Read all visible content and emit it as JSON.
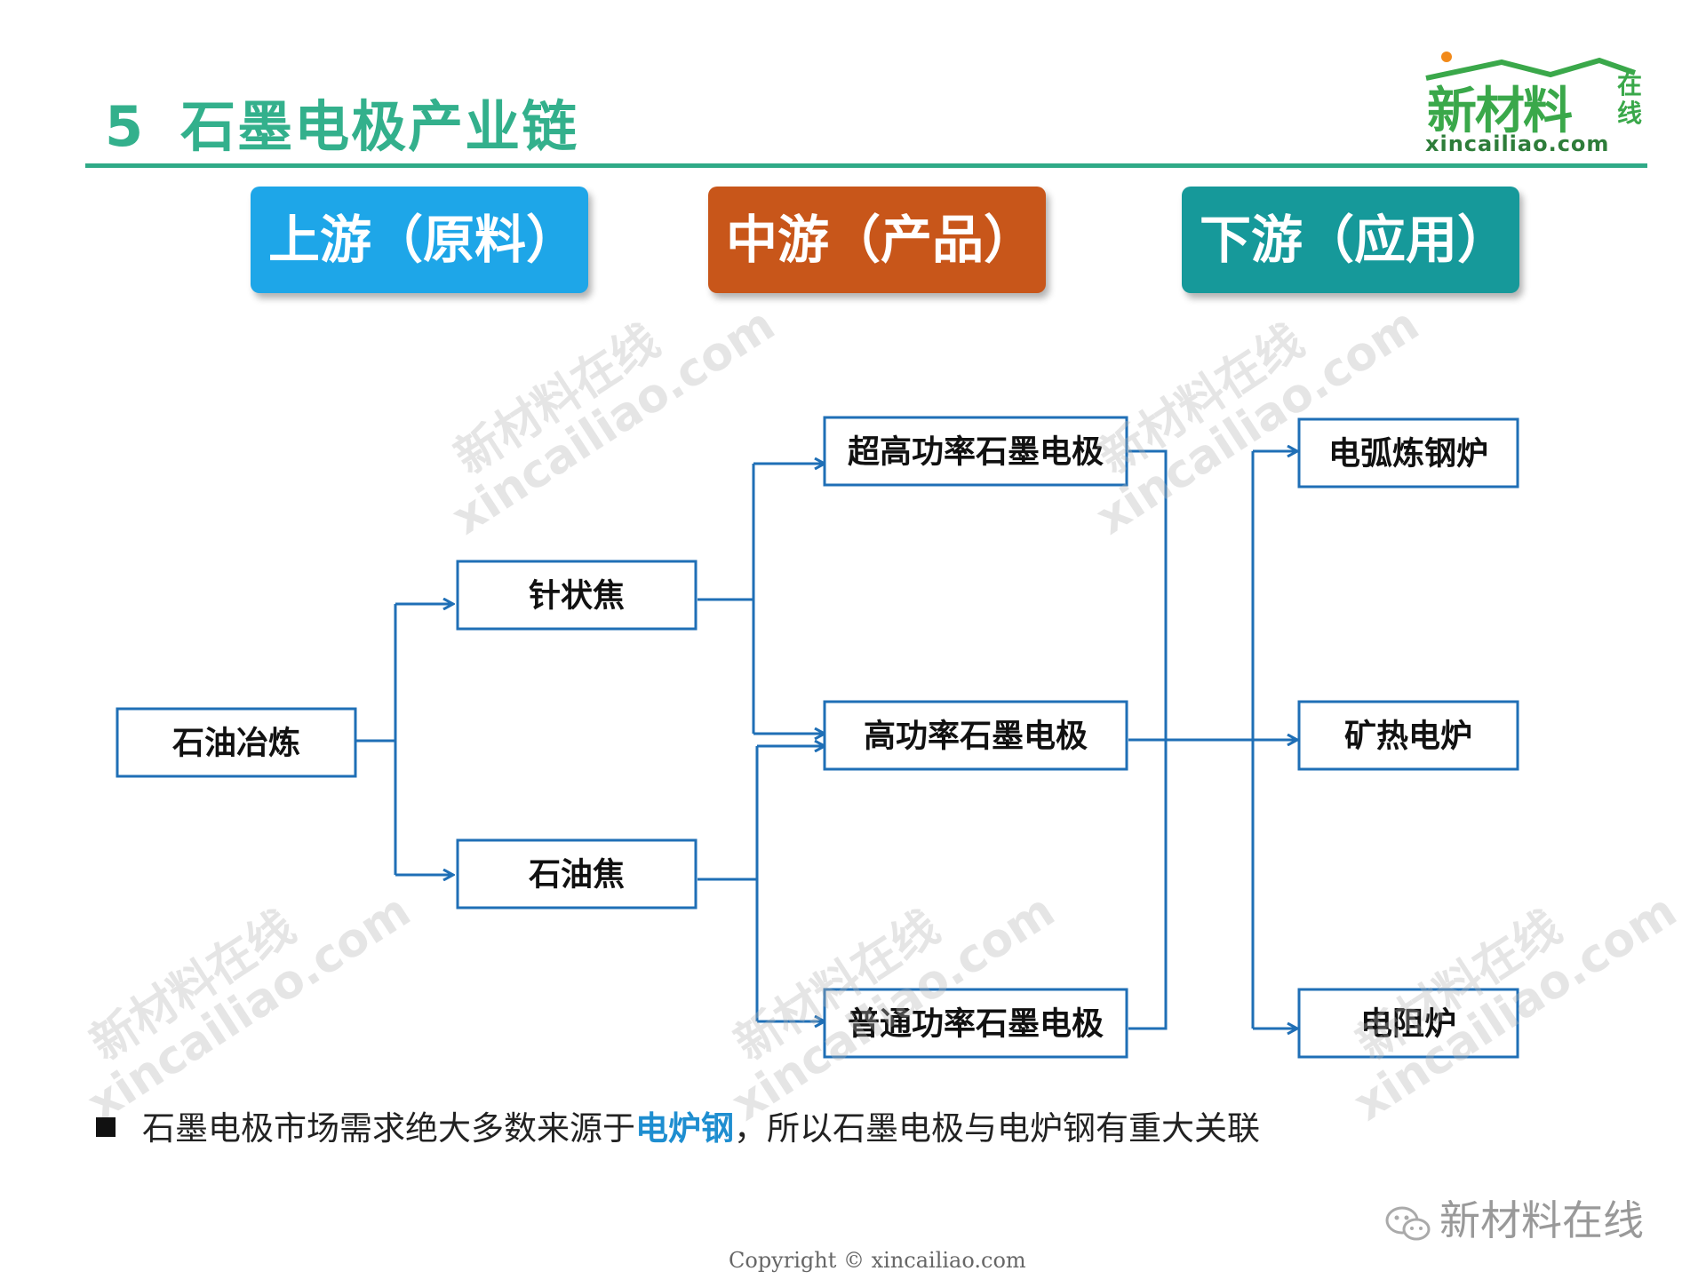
{
  "title": {
    "number": "5",
    "text": "石墨电极产业链"
  },
  "logo": {
    "main": "新材料",
    "side": "在线",
    "url": "xincailiao.com"
  },
  "headers": {
    "upstream": "上游（原料）",
    "midstream": "中游（产品）",
    "downstream": "下游（应用）"
  },
  "nodes": {
    "refining": "石油冶炼",
    "needle_coke": "针状焦",
    "petroleum_coke": "石油焦",
    "uhp": "超高功率石墨电极",
    "hp": "高功率石墨电极",
    "rp": "普通功率石墨电极",
    "eaf": "电弧炼钢炉",
    "saf": "矿热电炉",
    "resistance": "电阻炉"
  },
  "note": {
    "prefix": "石墨电极市场需求绝大多数来源于",
    "highlight": "电炉钢",
    "suffix": "，所以石墨电极与电炉钢有重大关联"
  },
  "watermark": {
    "line1": "新材料在线",
    "line2": "xincailiao.com"
  },
  "wechat_source": "新材料在线",
  "copyright": "Copyright © xincailiao.com",
  "colors": {
    "upstream": "#1ea6e8",
    "midstream": "#c8561a",
    "downstream": "#16999a",
    "title": "#33b08c",
    "connector": "#1f6fb6",
    "highlight": "#1e8ed0"
  }
}
